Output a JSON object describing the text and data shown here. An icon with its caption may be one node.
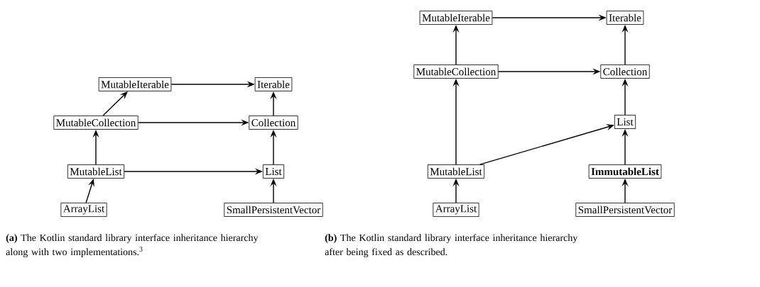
{
  "diagram": {
    "nodes": [
      {
        "text": [
          "MutableIterable"
        ]
      },
      {
        "text": [
          "Iterable"
        ]
      },
      {
        "text": [
          "MutableCollection"
        ]
      },
      {
        "text": [
          "Collection"
        ]
      },
      {
        "text": [
          "MutableList"
        ]
      },
      {
        "text": [
          "List"
        ]
      },
      {
        "text": [
          "ArrayList"
        ]
      },
      {
        "text": [
          "SmallPersistentVector"
        ]
      },
      {
        "text": [
          "MutableIterable"
        ]
      },
      {
        "text": [
          "Iterable"
        ]
      },
      {
        "text": [
          "MutableCollection"
        ]
      },
      {
        "text": [
          "Collection"
        ]
      },
      {
        "text": [
          "List"
        ]
      },
      {
        "text": [
          "MutableList"
        ]
      },
      {
        "text": [
          "ImmutableList"
        ]
      },
      {
        "text": [
          "ArrayList"
        ]
      },
      {
        "text": [
          "SmallPersistentVector"
        ]
      }
    ],
    "edges": [
      {
        "from": 0,
        "to": 1,
        "arrow": "to"
      },
      {
        "from": 2,
        "to": 0,
        "arrow": "to"
      },
      {
        "from": 2,
        "to": 3,
        "arrow": "to"
      },
      {
        "from": 3,
        "to": 1,
        "arrow": "to"
      },
      {
        "from": 4,
        "to": 2,
        "arrow": "to"
      },
      {
        "from": 4,
        "to": 5,
        "arrow": "to"
      },
      {
        "from": 5,
        "to": 3,
        "arrow": "to"
      },
      {
        "from": 6,
        "to": 4,
        "arrow": "to"
      },
      {
        "from": 7,
        "to": 5,
        "arrow": "to"
      },
      {
        "from": 8,
        "to": 9,
        "arrow": "to"
      },
      {
        "from": 10,
        "to": 8,
        "arrow": "to"
      },
      {
        "from": 10,
        "to": 11,
        "arrow": "to"
      },
      {
        "from": 11,
        "to": 9,
        "arrow": "to"
      },
      {
        "from": 12,
        "to": 11,
        "arrow": "to"
      },
      {
        "from": 13,
        "to": 10,
        "arrow": "to"
      },
      {
        "from": 13,
        "to": 12,
        "arrow": "to"
      },
      {
        "from": 14,
        "to": 12,
        "arrow": "to"
      },
      {
        "from": 15,
        "to": 13,
        "arrow": "to"
      },
      {
        "from": 16,
        "to": 14,
        "arrow": "to"
      }
    ],
    "labels": [
      "**(a)** The Kotlin standard library interface inheritance hierarchy along with two implementations.$^{3}$",
      "**(b)** The Kotlin standard library interface inheritance hierarchy after being fixed as described."
    ]
  }
}
